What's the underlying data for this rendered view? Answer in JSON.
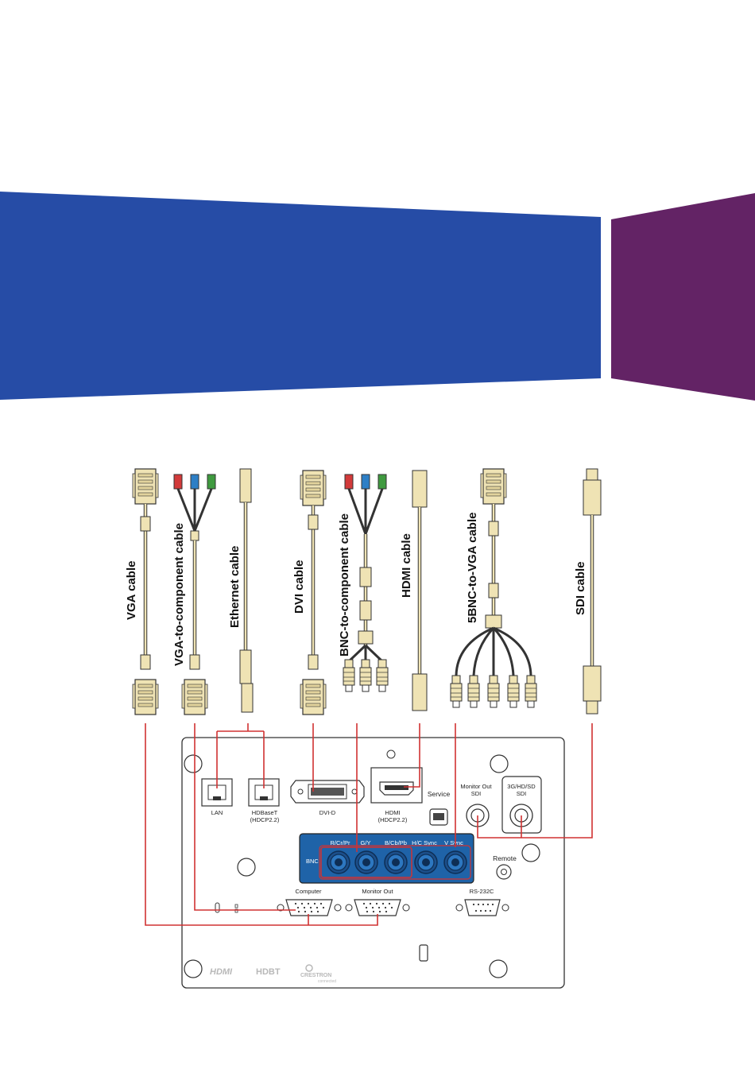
{
  "banner": {
    "blue_color": "#264ca6",
    "purple_color": "#632365"
  },
  "cables": {
    "vga": "VGA cable",
    "vga_component": "VGA-to-component cable",
    "ethernet": "Ethernet cable",
    "dvi": "DVI cable",
    "bnc_component": "BNC-to-component cable",
    "hdmi": "HDMI cable",
    "bnc_vga": "5BNC-to-VGA cable",
    "sdi": "SDI cable"
  },
  "ports": {
    "lan": "LAN",
    "hdbaset_1": "HDBaseT",
    "hdbaset_2": "(HDCP2.2)",
    "dvid": "DVI-D",
    "hdmi_1": "HDMI",
    "hdmi_2": "(HDCP2.2)",
    "service": "Service",
    "monitor_sdi_1": "Monitor Out",
    "monitor_sdi_2": "SDI",
    "sdi_in_1": "3G/HD/SD",
    "sdi_in_2": "SDI",
    "bnc_rcr": "R/Cr/Pr",
    "bnc_gy": "G/Y",
    "bnc_bcb": "B/Cb/Pb",
    "bnc_hsync": "H/C Sync",
    "bnc_vsync": "V Sync",
    "bnc": "BNC",
    "remote": "Remote",
    "computer": "Computer",
    "monitor_out": "Monitor Out",
    "rs232c": "RS-232C"
  },
  "logos": {
    "hdmi": "HDMI",
    "hdbaset": "HDBT",
    "crestron": "CRESTRON",
    "crestron_sub": "connected"
  },
  "colors": {
    "line_red": "#d03232",
    "bnc_panel": "#1f63a8",
    "cable_beige": "#efe3b4",
    "rca_red": "#d23a3a",
    "rca_blue": "#2d7fc6",
    "rca_green": "#3f9a3f"
  }
}
